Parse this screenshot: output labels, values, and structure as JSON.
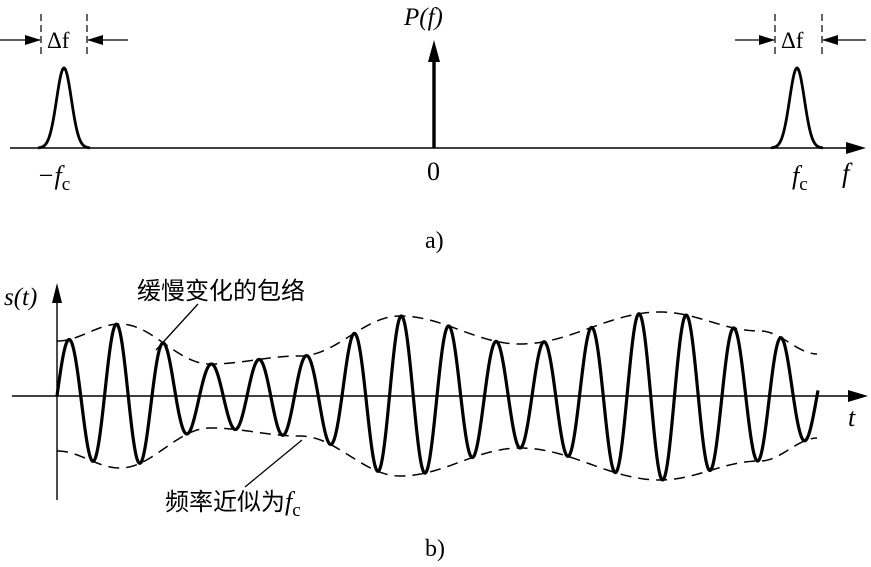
{
  "panel_a": {
    "caption": "a)",
    "center_label": "P(f)",
    "zero_label": "0",
    "axis_label": "f",
    "neg_carrier_label": "−f",
    "pos_carrier_label": "f",
    "carrier_subscript": "c",
    "bandwidth_label": "Δf"
  },
  "panel_b": {
    "caption": "b)",
    "y_axis_label": "s(t)",
    "x_axis_label": "t",
    "envelope_note": "缓慢变化的包络",
    "frequency_note": "频率近似为",
    "frequency_symbol": "f",
    "frequency_subscript": "c"
  },
  "colors": {
    "ink": "#000000",
    "background": "#ffffff"
  }
}
